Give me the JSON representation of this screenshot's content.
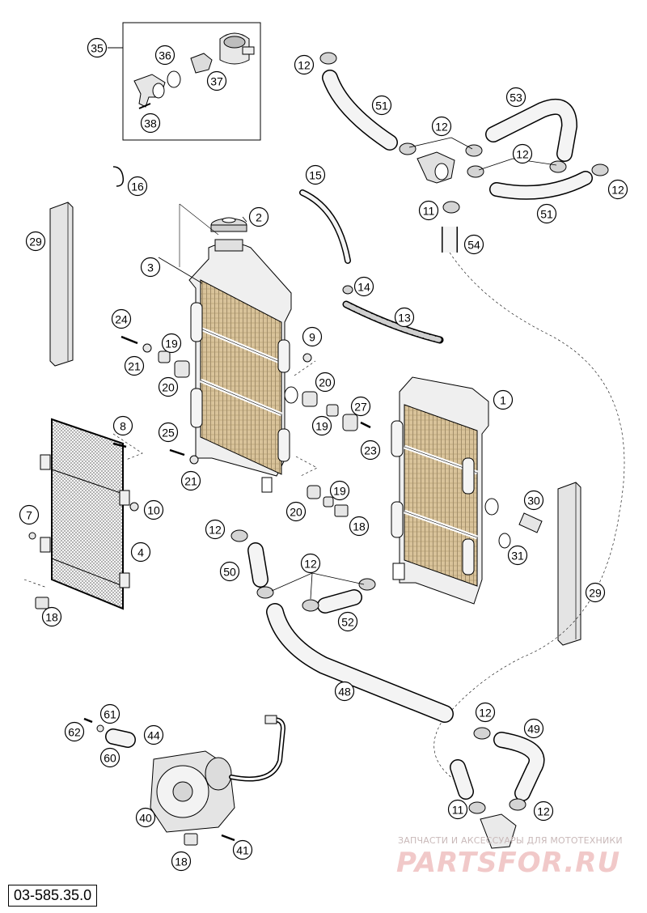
{
  "diagram_code": "03-585.35.0",
  "watermark": {
    "top_text": "ЗАПЧАСТИ И АКСЕССУАРЫ ДЛЯ МОТОТЕХНИКИ",
    "logo_text": "PARTSFOR.RU"
  },
  "callouts": [
    {
      "id": "c35",
      "label": "35"
    },
    {
      "id": "c36",
      "label": "36"
    },
    {
      "id": "c37",
      "label": "37"
    },
    {
      "id": "c38",
      "label": "38"
    },
    {
      "id": "c16",
      "label": "16"
    },
    {
      "id": "c29a",
      "label": "29"
    },
    {
      "id": "c2",
      "label": "2"
    },
    {
      "id": "c3",
      "label": "3"
    },
    {
      "id": "c24",
      "label": "24"
    },
    {
      "id": "c19a",
      "label": "19"
    },
    {
      "id": "c21a",
      "label": "21"
    },
    {
      "id": "c20a",
      "label": "20"
    },
    {
      "id": "c9",
      "label": "9"
    },
    {
      "id": "c20b",
      "label": "20"
    },
    {
      "id": "c19b",
      "label": "19"
    },
    {
      "id": "c27",
      "label": "27"
    },
    {
      "id": "c23",
      "label": "23"
    },
    {
      "id": "c8",
      "label": "8"
    },
    {
      "id": "c25",
      "label": "25"
    },
    {
      "id": "c21b",
      "label": "21"
    },
    {
      "id": "c10",
      "label": "10"
    },
    {
      "id": "c7",
      "label": "7"
    },
    {
      "id": "c4",
      "label": "4"
    },
    {
      "id": "c18a",
      "label": "18"
    },
    {
      "id": "c19c",
      "label": "19"
    },
    {
      "id": "c20c",
      "label": "20"
    },
    {
      "id": "c18b",
      "label": "18"
    },
    {
      "id": "c15",
      "label": "15"
    },
    {
      "id": "c14",
      "label": "14"
    },
    {
      "id": "c13",
      "label": "13"
    },
    {
      "id": "c12a",
      "label": "12"
    },
    {
      "id": "c51a",
      "label": "51"
    },
    {
      "id": "c12b",
      "label": "12"
    },
    {
      "id": "c53",
      "label": "53"
    },
    {
      "id": "c12c",
      "label": "12"
    },
    {
      "id": "c12d",
      "label": "12"
    },
    {
      "id": "c11a",
      "label": "11"
    },
    {
      "id": "c51b",
      "label": "51"
    },
    {
      "id": "c54",
      "label": "54"
    },
    {
      "id": "c1",
      "label": "1"
    },
    {
      "id": "c30",
      "label": "30"
    },
    {
      "id": "c31",
      "label": "31"
    },
    {
      "id": "c29b",
      "label": "29"
    },
    {
      "id": "c12e",
      "label": "12"
    },
    {
      "id": "c50",
      "label": "50"
    },
    {
      "id": "c12f",
      "label": "12"
    },
    {
      "id": "c52",
      "label": "52"
    },
    {
      "id": "c48",
      "label": "48"
    },
    {
      "id": "c12g",
      "label": "12"
    },
    {
      "id": "c49",
      "label": "49"
    },
    {
      "id": "c11b",
      "label": "11"
    },
    {
      "id": "c12h",
      "label": "12"
    },
    {
      "id": "c61",
      "label": "61"
    },
    {
      "id": "c62",
      "label": "62"
    },
    {
      "id": "c60",
      "label": "60"
    },
    {
      "id": "c44",
      "label": "44"
    },
    {
      "id": "c40",
      "label": "40"
    },
    {
      "id": "c18c",
      "label": "18"
    },
    {
      "id": "c41",
      "label": "41"
    }
  ]
}
